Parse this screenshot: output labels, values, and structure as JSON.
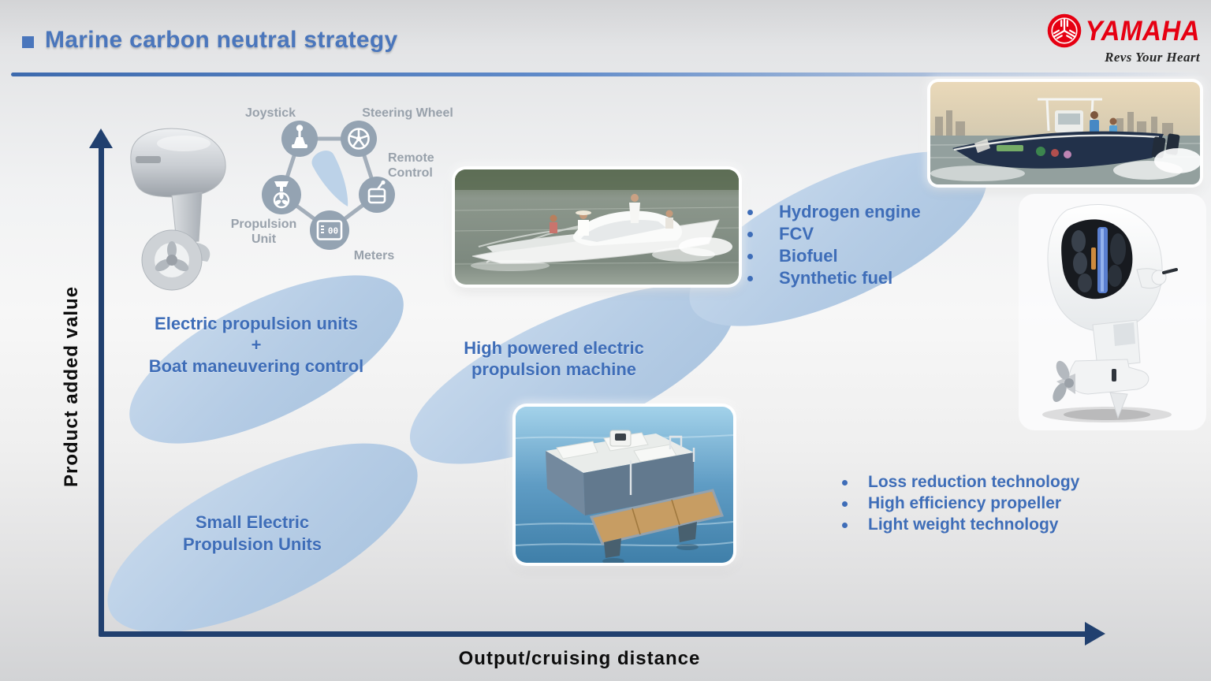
{
  "colors": {
    "title_blue": "#4a76bc",
    "zone_fill": "#b5cce5",
    "text_blue": "#3e6db8",
    "axis_navy": "#21406f",
    "yamaha_red": "#e60012",
    "diagram_gray": "#98a1ab"
  },
  "header": {
    "title": "Marine carbon neutral strategy",
    "brand": "YAMAHA",
    "tagline": "Revs Your Heart"
  },
  "axes": {
    "y_label": "Product added value",
    "x_label": "Output/cruising distance"
  },
  "zones": {
    "small": {
      "line1": "Small Electric",
      "line2": "Propulsion Units"
    },
    "electric": {
      "line1": "Electric propulsion units",
      "plus": "+",
      "line2": "Boat maneuvering control"
    },
    "high": {
      "line1": "High powered electric",
      "line2": "propulsion machine"
    }
  },
  "fuel_list": {
    "items": [
      "Hydrogen engine",
      "FCV",
      "Biofuel",
      "Synthetic fuel"
    ]
  },
  "efficiency_list": {
    "items": [
      "Loss reduction technology",
      "High efficiency propeller",
      "Light weight technology"
    ]
  },
  "diagram": {
    "joystick": "Joystick",
    "steering_wheel": "Steering Wheel",
    "remote_control": "Remote Control",
    "meters": "Meters",
    "propulsion_unit": "Propulsion Unit",
    "meters_display": "00"
  }
}
